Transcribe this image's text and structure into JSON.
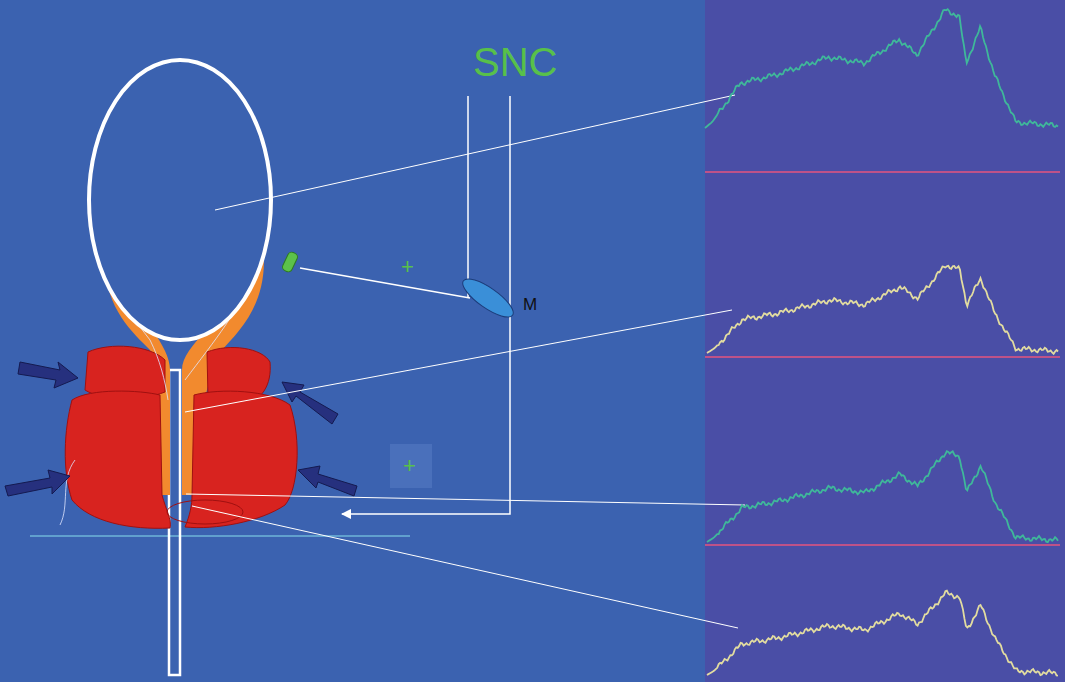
{
  "diagram": {
    "labels": [
      "SNC",
      "+",
      "M",
      "+"
    ]
  }
}
